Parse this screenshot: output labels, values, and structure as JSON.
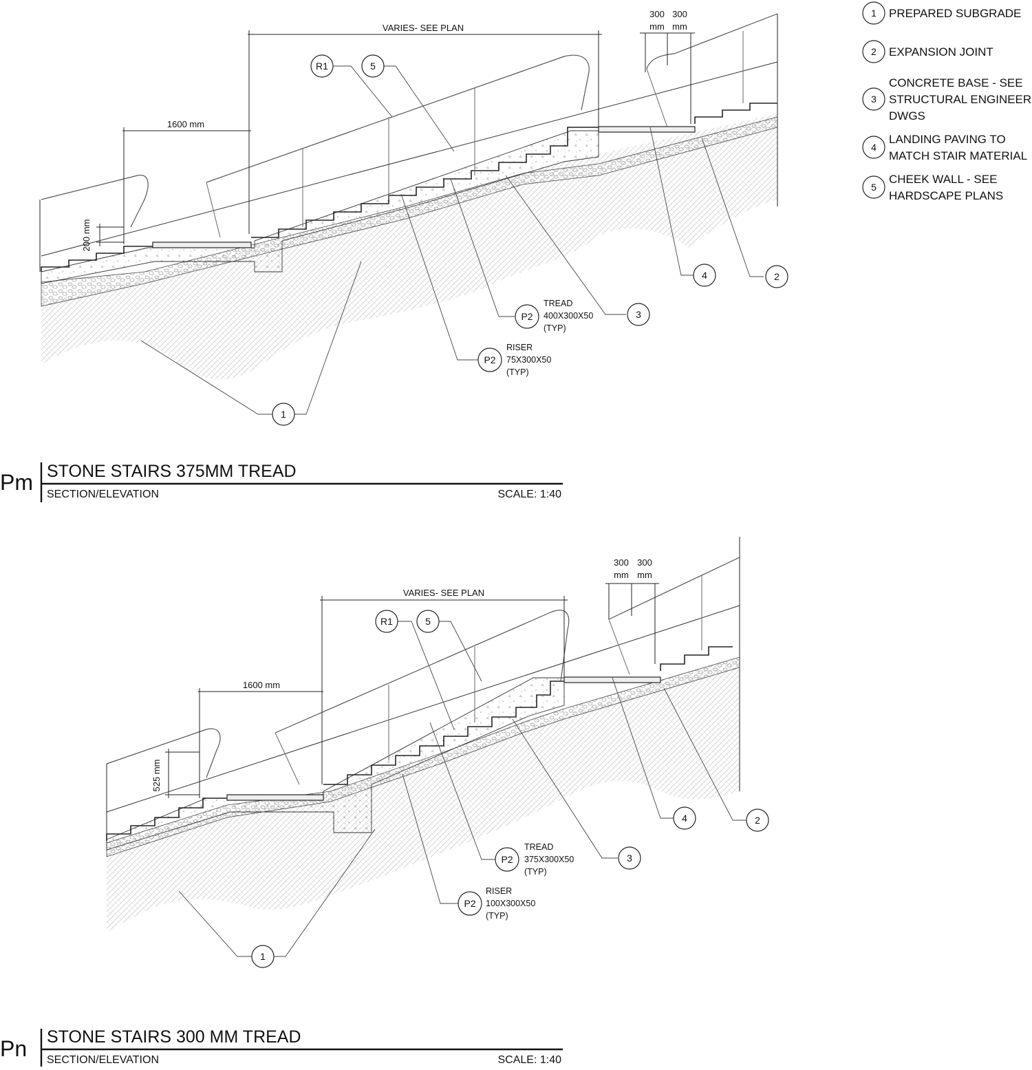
{
  "legend": [
    {
      "num": "1",
      "lines": [
        "PREPARED SUBGRADE"
      ]
    },
    {
      "num": "2",
      "lines": [
        "EXPANSION JOINT"
      ]
    },
    {
      "num": "3",
      "lines": [
        "CONCRETE BASE - SEE",
        "STRUCTURAL ENGINEER",
        "DWGS"
      ]
    },
    {
      "num": "4",
      "lines": [
        "LANDING PAVING TO",
        "MATCH STAIR MATERIAL"
      ]
    },
    {
      "num": "5",
      "lines": [
        "CHEEK WALL - SEE",
        "HARDSCAPE PLANS"
      ]
    }
  ],
  "sections": [
    {
      "code": "Pm",
      "title": "STONE STAIRS 375MM TREAD",
      "subtitle": "SECTION/ELEVATION",
      "scale": "SCALE:  1:40",
      "dim_varies": "VARIES- SEE PLAN",
      "dim_landing": "1600 mm",
      "dim_height": "200 mm",
      "dim_300a": [
        "300",
        "mm"
      ],
      "dim_300b": [
        "300",
        "mm"
      ],
      "tags": [
        "R1",
        "5",
        "4",
        "2",
        "3",
        "1"
      ],
      "tread": {
        "code": "P2",
        "lines": [
          "TREAD",
          "400X300X50",
          "(TYP)"
        ]
      },
      "riser": {
        "code": "P2",
        "lines": [
          "RISER",
          "75X300X50",
          "(TYP)"
        ]
      }
    },
    {
      "code": "Pn",
      "title": "STONE STAIRS 300 MM TREAD",
      "subtitle": "SECTION/ELEVATION",
      "scale": "SCALE:  1:40",
      "dim_varies": "VARIES- SEE PLAN",
      "dim_landing": "1600 mm",
      "dim_height": "525 mm",
      "dim_300a": [
        "300",
        "mm"
      ],
      "dim_300b": [
        "300",
        "mm"
      ],
      "tags": [
        "R1",
        "5",
        "4",
        "2",
        "3",
        "1"
      ],
      "tread": {
        "code": "P2",
        "lines": [
          "TREAD",
          "375X300X50",
          "(TYP)"
        ]
      },
      "riser": {
        "code": "P2",
        "lines": [
          "RISER",
          "100X300X50",
          "(TYP)"
        ]
      }
    }
  ]
}
